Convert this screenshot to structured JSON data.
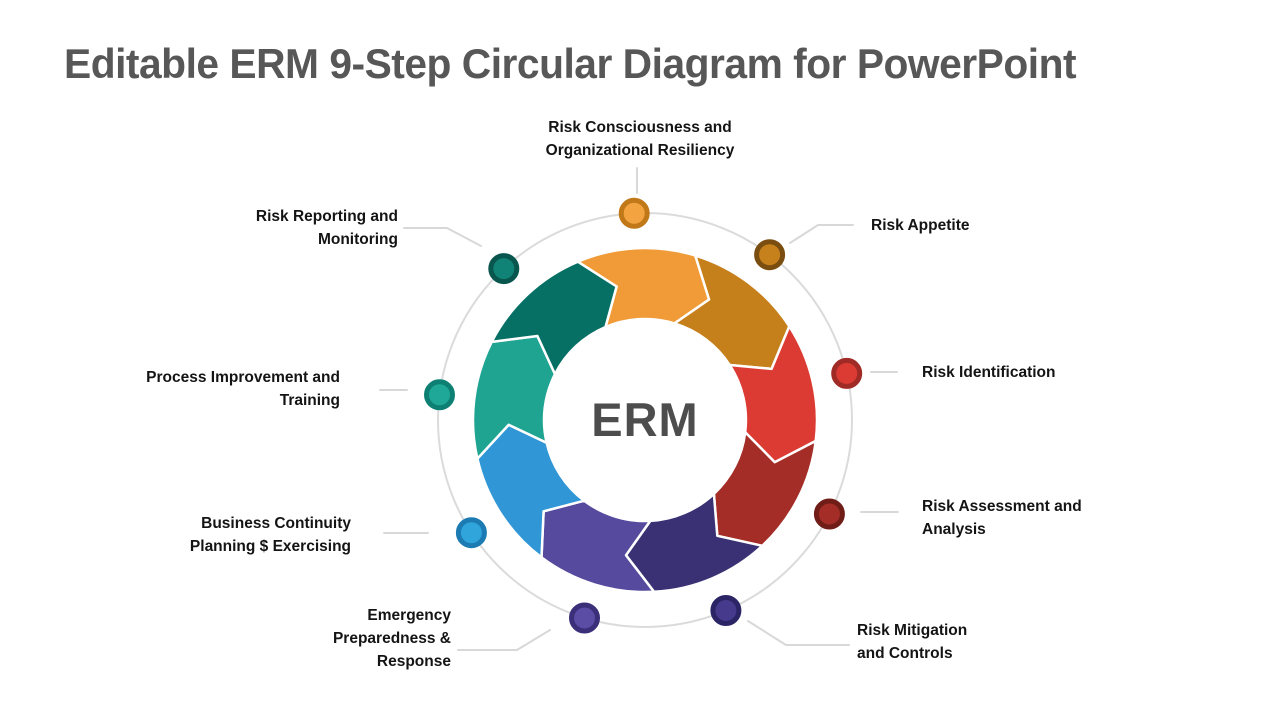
{
  "title": "Editable ERM 9-Step Circular Diagram for PowerPoint",
  "center_label": "ERM",
  "colors": {
    "background": "#FFFFFF",
    "title": "#575757",
    "label": "#141414",
    "center": "#4D4D4D",
    "guide_circle": "#DBDBDB",
    "connector": "#D8D8D8",
    "segment_divider": "#FFFFFF"
  },
  "diagram": {
    "type": "circular-9-step",
    "direction": "clockwise",
    "steps": [
      {
        "label": "Risk Consciousness and\nOrganizational Resiliency",
        "segment_color": "#F09B37",
        "dot_fill": "#F3A440",
        "dot_border": "#C07818"
      },
      {
        "label": "Risk Appetite",
        "segment_color": "#C6801B",
        "dot_fill": "#C6811C",
        "dot_border": "#7A4E10"
      },
      {
        "label": "Risk Identification",
        "segment_color": "#DC3B33",
        "dot_fill": "#DC3B33",
        "dot_border": "#A02B26"
      },
      {
        "label": "Risk Assessment and\nAnalysis",
        "segment_color": "#A52D27",
        "dot_fill": "#A52D27",
        "dot_border": "#701D18"
      },
      {
        "label": "Risk Mitigation\nand Controls",
        "segment_color": "#3A3174",
        "dot_fill": "#453A8C",
        "dot_border": "#2B2566"
      },
      {
        "label": "Emergency\nPreparedness &\nResponse",
        "segment_color": "#564A9E",
        "dot_fill": "#5B4CA6",
        "dot_border": "#3A2F78"
      },
      {
        "label": "Business Continuity\nPlanning $ Exercising",
        "segment_color": "#3096D5",
        "dot_fill": "#2FA5DC",
        "dot_border": "#1C7BB2"
      },
      {
        "label": "Process Improvement and\nTraining",
        "segment_color": "#20A492",
        "dot_fill": "#1FA897",
        "dot_border": "#0E8073"
      },
      {
        "label": "Risk Reporting and\nMonitoring",
        "segment_color": "#077065",
        "dot_fill": "#108276",
        "dot_border": "#08564D"
      }
    ]
  }
}
